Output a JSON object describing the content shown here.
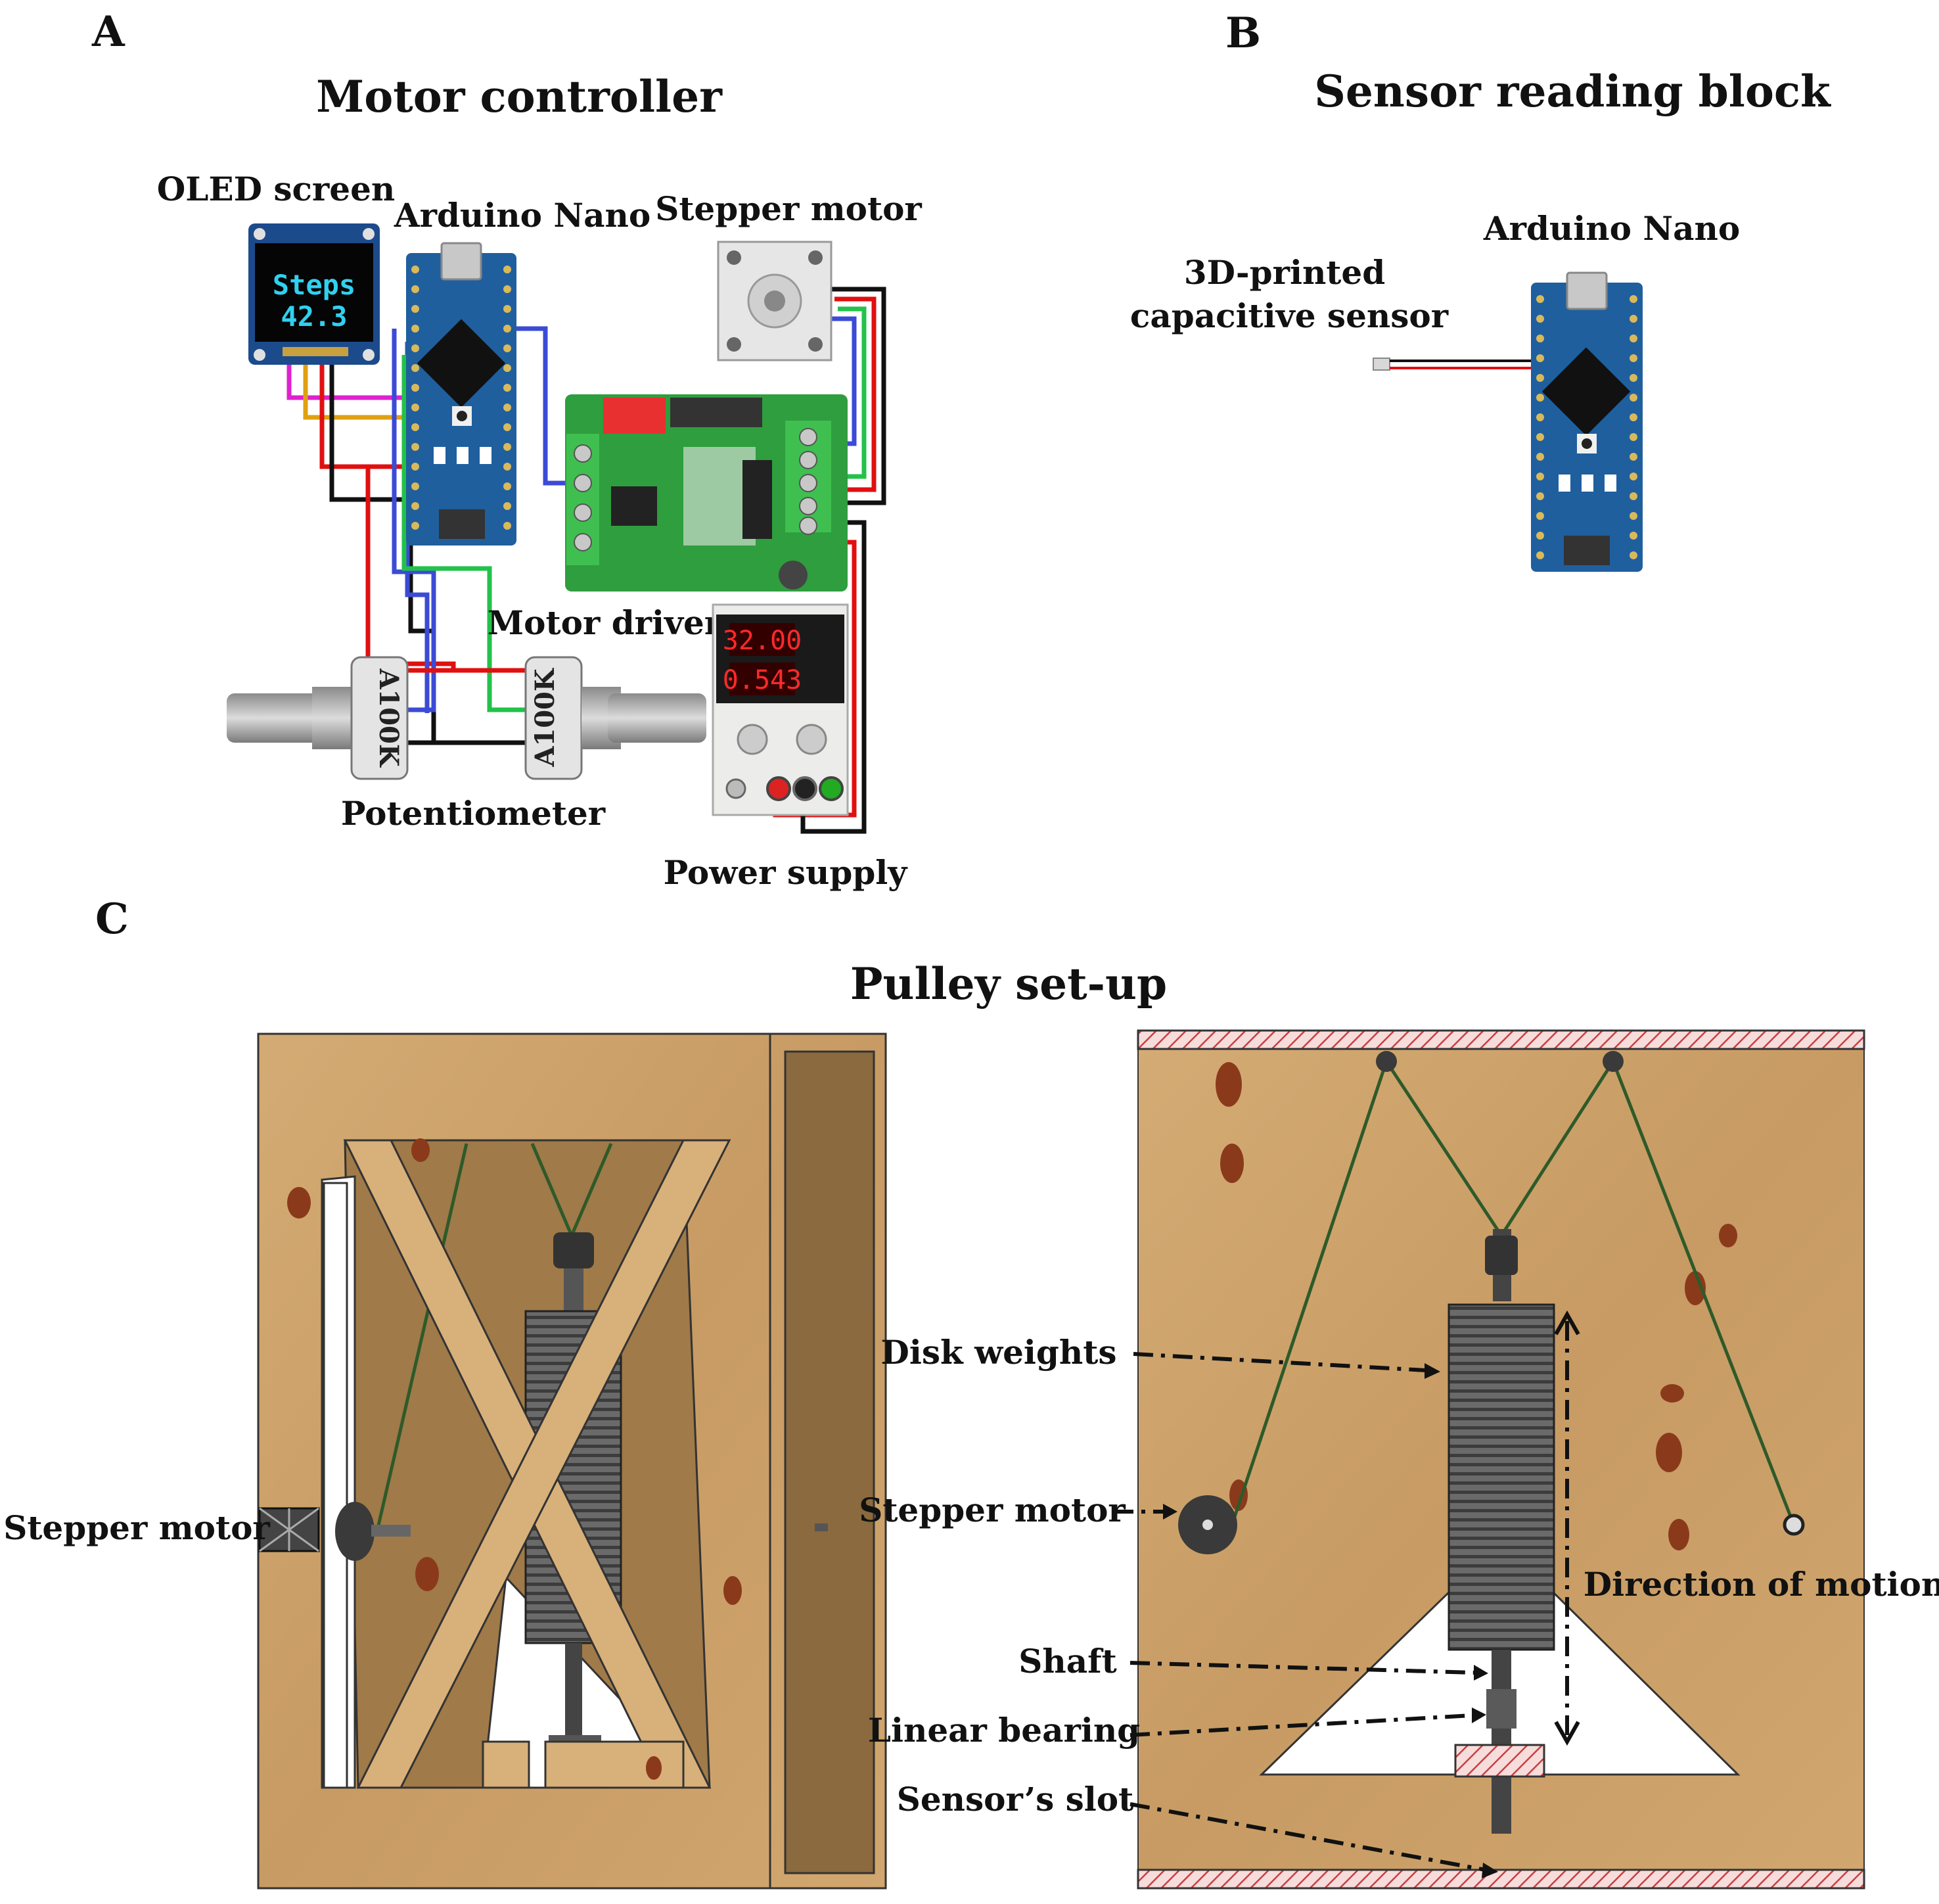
{
  "panels": {
    "a": {
      "letter": "A",
      "title": "Motor controller",
      "labels": {
        "oled": "OLED screen",
        "arduino": "Arduino Nano",
        "stepper": "Stepper motor",
        "driver": "Motor driver",
        "potentiometer": "Potentiometer",
        "power": "Power supply"
      },
      "oled_line1": "Steps",
      "oled_line2": "42.3",
      "pot_marking": "A100K",
      "psu_voltage": "32.00",
      "psu_current": "0.543"
    },
    "b": {
      "letter": "B",
      "title": "Sensor reading block",
      "labels": {
        "arduino": "Arduino Nano",
        "sensor_line1": "3D-printed",
        "sensor_line2": "capacitive sensor"
      }
    },
    "c": {
      "letter": "C",
      "title": "Pulley set-up",
      "labels": {
        "stepper_left": "Stepper motor",
        "disk_weights": "Disk weights",
        "stepper_right": "Stepper motor",
        "direction": "Direction of motion",
        "shaft": "Shaft",
        "bearing": "Linear bearing",
        "slot": "Sensor’s slot"
      }
    }
  },
  "colors": {
    "wood": "#caa06a",
    "wood_dark": "#b88a52",
    "knot": "#8a3a1a",
    "pcb_blue": "#1f5f9e",
    "pcb_green": "#2e9e3e",
    "wire_red": "#e01010",
    "wire_black": "#111111",
    "wire_blue": "#3b4bd6",
    "wire_green": "#22c24a",
    "wire_magenta": "#e020d0",
    "wire_yellow": "#e0a010",
    "hatch": "#c84040",
    "cord": "#2f5a2a"
  }
}
